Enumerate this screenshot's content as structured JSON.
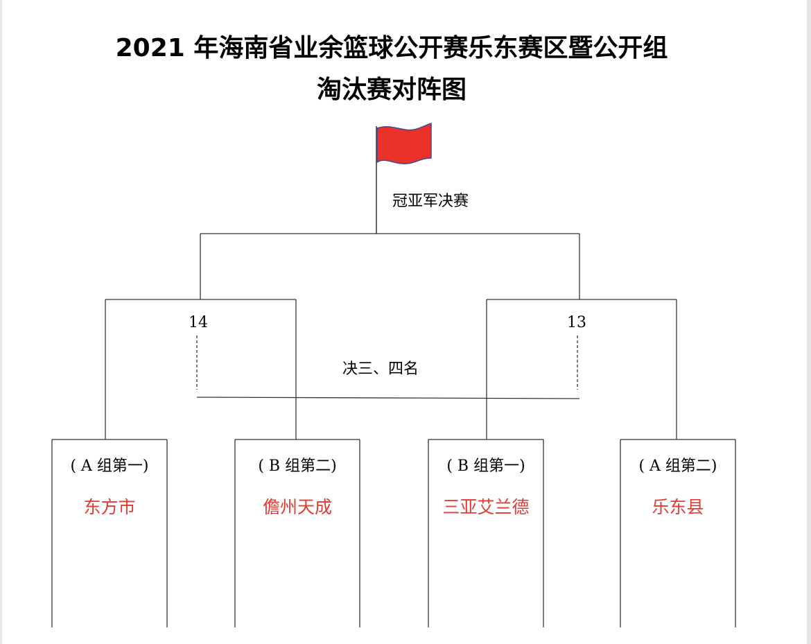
{
  "title": {
    "line1": "2021 年海南省业余篮球公开赛乐东赛区暨公开组",
    "line2": "淘汰赛对阵图"
  },
  "final": {
    "label": "冠亚军决赛",
    "flag_color": "#e8322a",
    "flag_icon": "flag-icon"
  },
  "semifinals": {
    "left_game_number": "14",
    "right_game_number": "13"
  },
  "third_place": {
    "label": "决三、四名"
  },
  "teams": [
    {
      "group": "( A 组第一)",
      "name": "东方市"
    },
    {
      "group": "( B 组第二)",
      "name": "儋州天成"
    },
    {
      "group": "( B 组第一)",
      "name": "三亚艾兰德"
    },
    {
      "group": "( A 组第二)",
      "name": "乐东县"
    }
  ],
  "colors": {
    "team_text": "#e33b33",
    "lines": "#333333"
  }
}
